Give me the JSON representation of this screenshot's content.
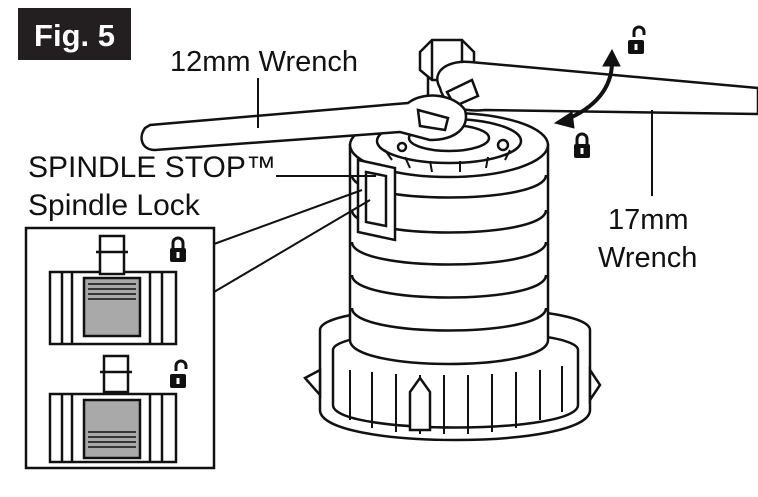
{
  "figure_label": "Fig. 5",
  "callouts": {
    "wrench_12mm": "12mm Wrench",
    "spindle_stop": "SPINDLE STOP™",
    "spindle_lock": "Spindle Lock",
    "wrench_17mm_line1": "17mm",
    "wrench_17mm_line2": "Wrench"
  },
  "icons": {
    "locked": "padlock-closed",
    "unlocked": "padlock-open"
  },
  "colors": {
    "badge_background": "#231f20",
    "badge_text": "#ffffff",
    "line_art": "#111111",
    "lock_window_fill": "#a9a9a9"
  }
}
